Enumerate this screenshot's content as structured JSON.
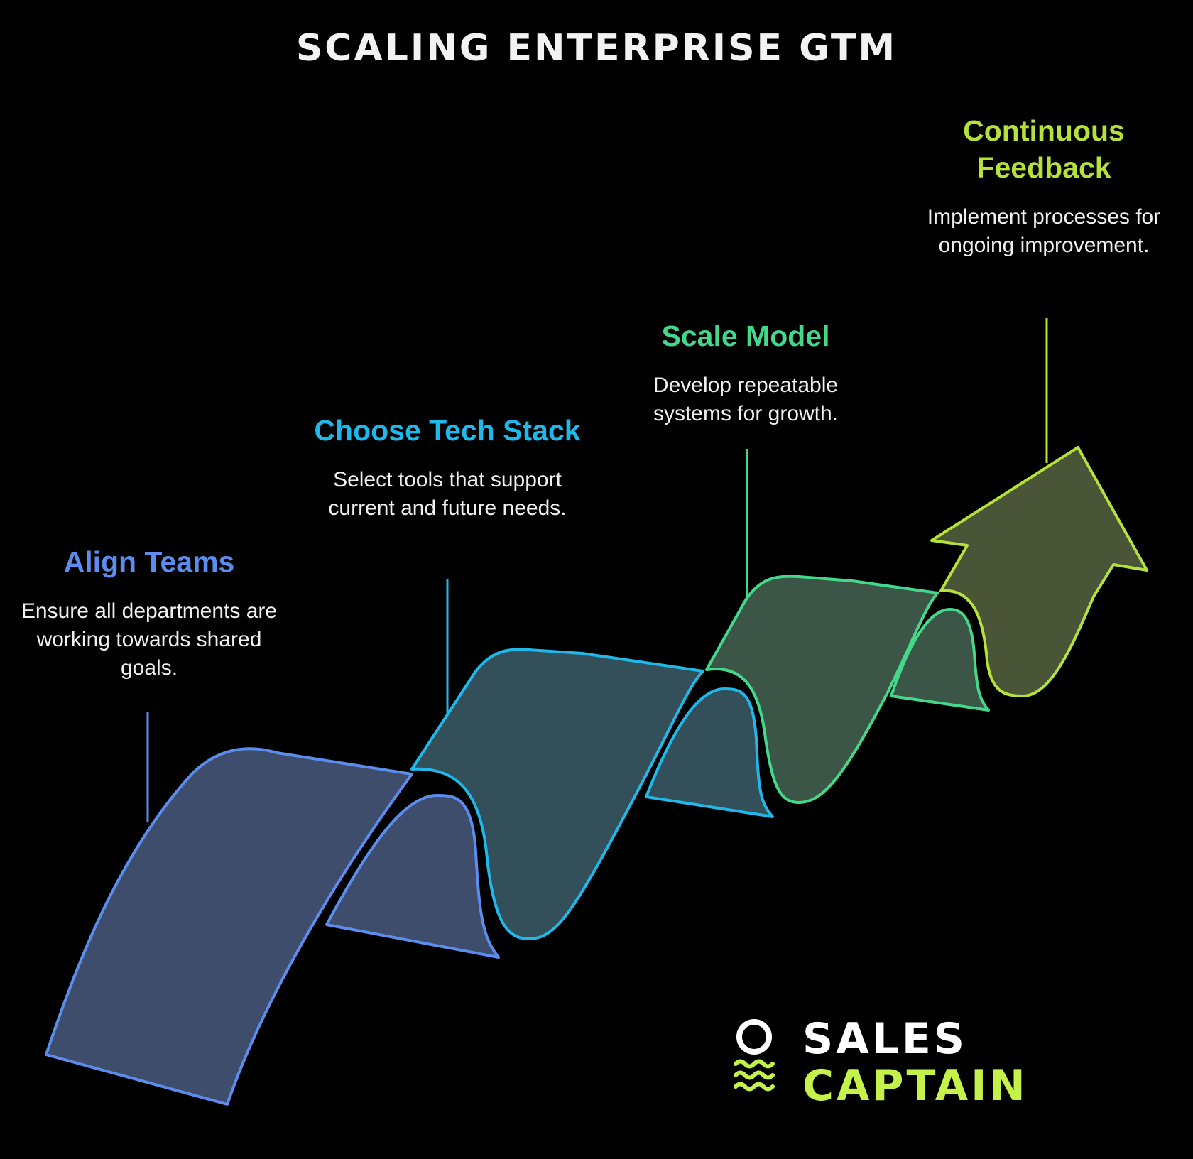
{
  "title": "SCALING ENTERPRISE GTM",
  "steps": [
    {
      "title": "Align Teams",
      "description": "Ensure all departments are working towards shared goals.",
      "color": "#5b8def"
    },
    {
      "title": "Choose Tech Stack",
      "description": "Select tools that support current and future needs.",
      "color": "#1fb8ea"
    },
    {
      "title": "Scale Model",
      "description": "Develop repeatable systems for growth.",
      "color": "#44d98a"
    },
    {
      "title": "Continuous Feedback",
      "description": "Implement processes for ongoing improvement.",
      "color": "#b5e13b"
    }
  ],
  "logo": {
    "line1": "SALES",
    "line2": "CAPTAIN",
    "accent_color": "#c5f24a"
  },
  "colors": {
    "background": "#000000",
    "fill_1": "#3d4d6b",
    "fill_2": "#33505a",
    "fill_3": "#3b5646",
    "fill_4": "#4a5437"
  }
}
